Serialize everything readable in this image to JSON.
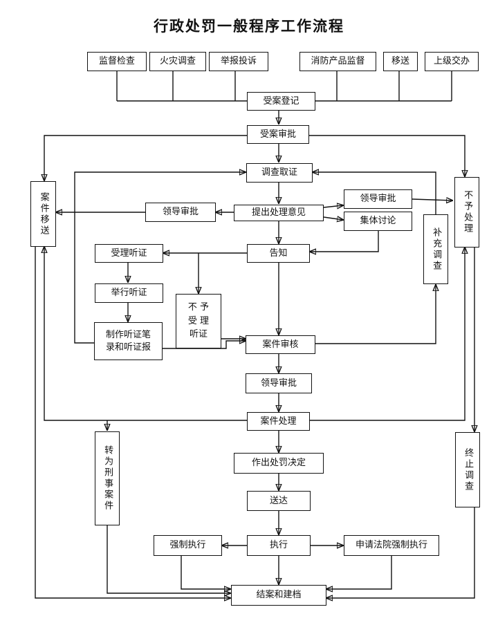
{
  "title": "行政处罚一般程序工作流程",
  "sources": [
    "监督检查",
    "火灾调查",
    "举报投诉",
    "消防产品监督",
    "移送",
    "上级交办"
  ],
  "nodes": {
    "register": "受案登记",
    "approve": "受案审批",
    "investigate": "调查取证",
    "opinion": "提出处理意见",
    "leader_left": "领导审批",
    "leader_right": "领导审批",
    "collective": "集体讨论",
    "transfer_case": "案件移送",
    "no_handle": "不予处理",
    "supplement": "补充调查",
    "notify": "告知",
    "accept_hearing": "受理听证",
    "hold_hearing": "举行听证",
    "hearing_record": "制作听证笔\n录和听证报",
    "no_hearing": "不  予\n受  理\n听证",
    "review": "案件审核",
    "leader_review": "领导审批",
    "handle": "案件处理",
    "criminal": "转为刑事案件",
    "terminate": "终止调查",
    "decision": "作出处罚决定",
    "deliver": "送达",
    "execute": "执行",
    "force": "强制执行",
    "court": "申请法院强制执行",
    "archive": "结案和建档"
  }
}
